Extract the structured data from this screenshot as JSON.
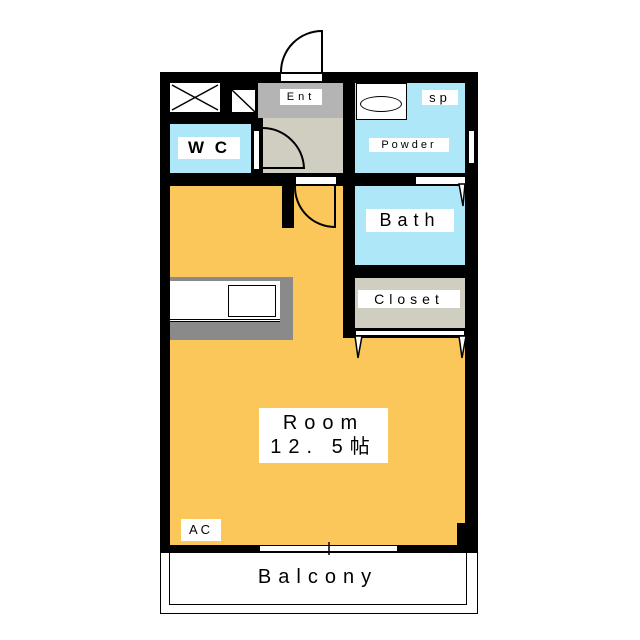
{
  "colors": {
    "wall": "#000000",
    "room": "#fbc65a",
    "wet": "#aee8f8",
    "entrance": "#b4b4b4",
    "floor_hall": "#d0cec0",
    "counter_edge": "#8a8a8a",
    "closet": "#d0cec0"
  },
  "labels": {
    "entrance": "Ent",
    "wc": "W C",
    "sp": "sp",
    "powder": "Powder",
    "bath": "Bath",
    "closet": "Closet",
    "room_name": "Room",
    "room_size": "12. 5帖",
    "ac": "AC",
    "balcony": "Balcony"
  }
}
